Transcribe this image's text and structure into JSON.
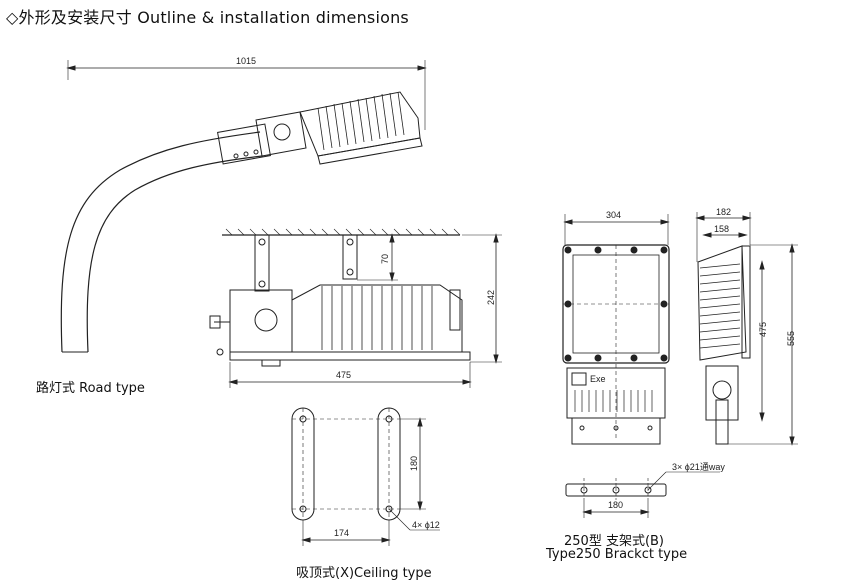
{
  "header": {
    "title": "◇外形及安装尺寸  Outline & installation dimensions"
  },
  "road": {
    "caption": "路灯式 Road type",
    "dim_width": "1015"
  },
  "front": {
    "dim_width": "475",
    "dim_height": "242",
    "dim_bracket": "70"
  },
  "ceiling": {
    "caption": "吸顶式(X)Ceiling type",
    "dim_width": "174",
    "dim_height": "180",
    "hole_note": "4× ϕ12"
  },
  "bracket": {
    "caption_line1": "250型 支架式(B)",
    "caption_line2": "Type250 Brackct type",
    "dim_front_width": "304",
    "dim_side_width": "182",
    "dim_side_inner": "158",
    "dim_side_height": "475",
    "dim_total_height": "555",
    "hole_note": "3× ϕ21通way",
    "dim_hole_span": "180",
    "label_plate": "Exe"
  }
}
